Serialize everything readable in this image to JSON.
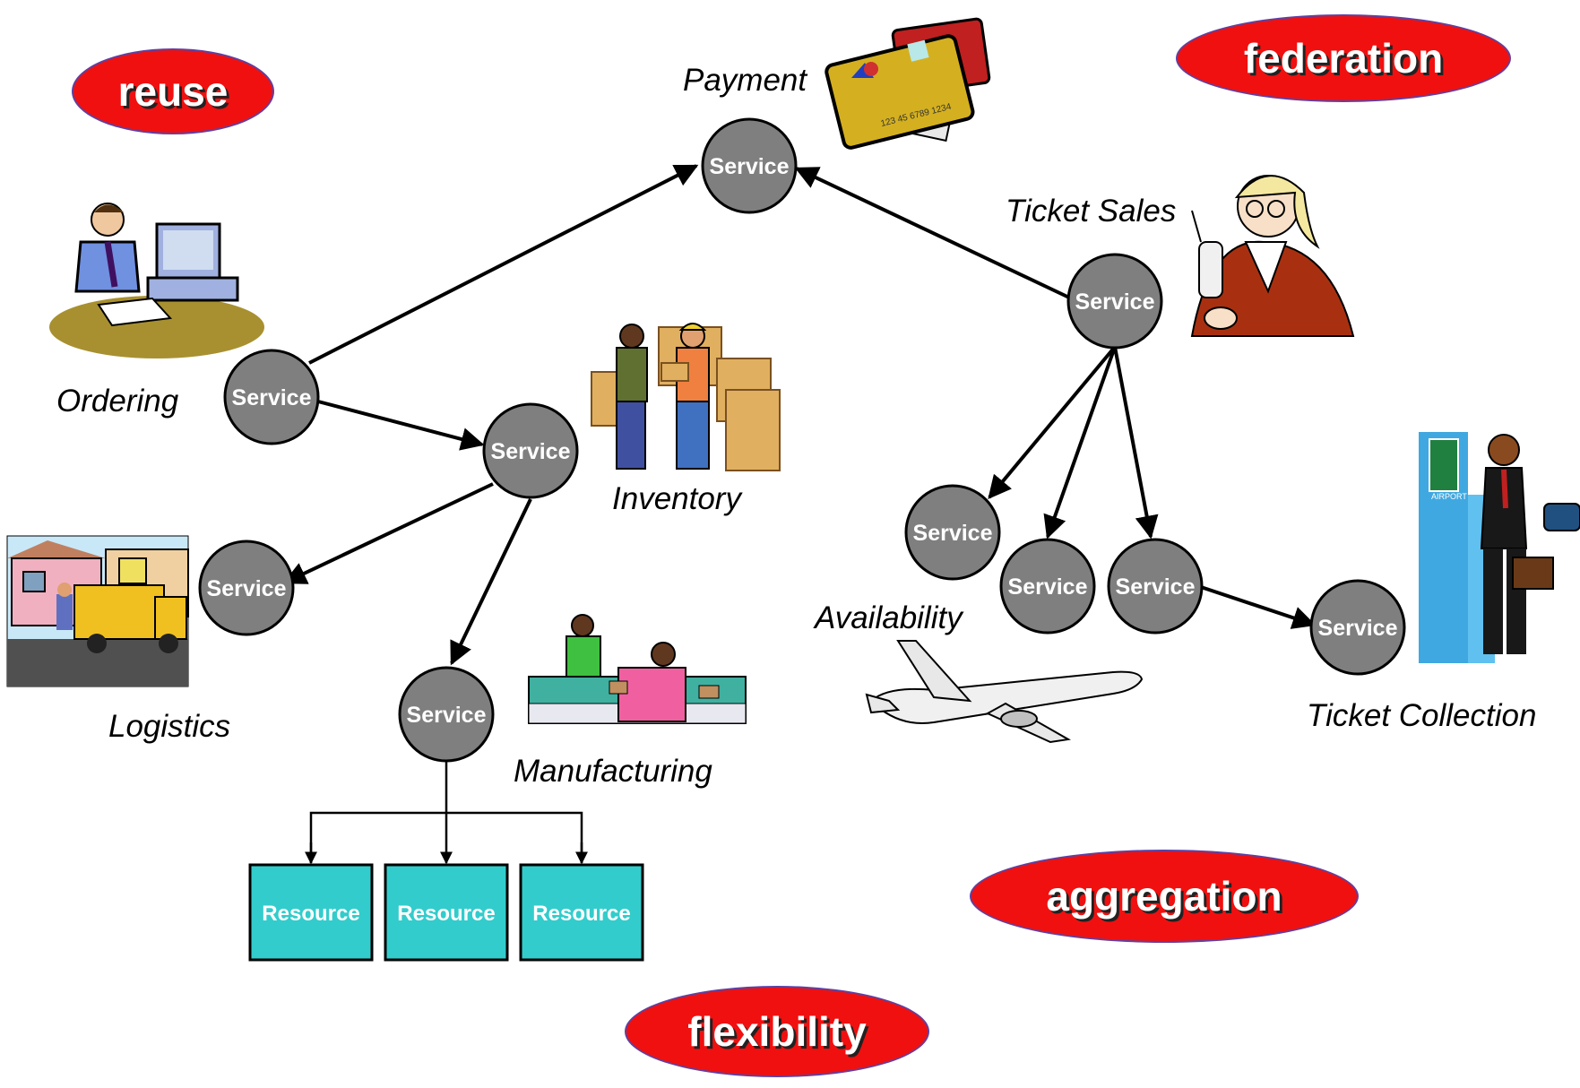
{
  "badges": {
    "reuse": "reuse",
    "federation": "federation",
    "aggregation": "aggregation",
    "flexibility": "flexibility"
  },
  "node_label": "Service",
  "resource_label": "Resource",
  "labels": {
    "payment": "Payment",
    "ticket_sales": "Ticket Sales",
    "ordering": "Ordering",
    "inventory": "Inventory",
    "logistics": "Logistics",
    "manufacturing": "Manufacturing",
    "availability": "Availability",
    "ticket_collection": "Ticket Collection"
  },
  "card_number": "123 45 6789 1234",
  "airport_sign": "AIRPORT",
  "colors": {
    "badge_red": "#f01010",
    "service_gray": "#7f7f7f",
    "resource_teal": "#33cccc"
  }
}
